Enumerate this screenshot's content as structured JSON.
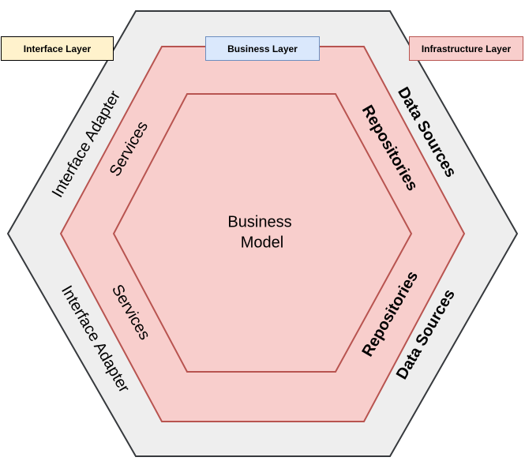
{
  "legend": {
    "interface_layer": "Interface Layer",
    "business_layer": "Business Layer",
    "infrastructure_layer": "Infrastructure Layer"
  },
  "layers": {
    "outer": {
      "top_left_label": "Interface Adapter",
      "bottom_left_label": "Interface Adapter",
      "top_right_label": "Data Sources",
      "bottom_right_label": "Data Sources"
    },
    "middle": {
      "top_left_label": "Services",
      "bottom_left_label": "Services",
      "top_right_label": "Repositories",
      "bottom_right_label": "Repositories"
    },
    "core": {
      "line1": "Business",
      "line2": "Model"
    }
  },
  "colors": {
    "outer_fill": "#eeeeee",
    "outer_stroke": "#36393d",
    "middle_fill": "#f8cecc",
    "middle_stroke": "#b85450",
    "legend_interface": "#fff2cc",
    "legend_business": "#dae8fc",
    "legend_infrastructure": "#f8cecc"
  }
}
